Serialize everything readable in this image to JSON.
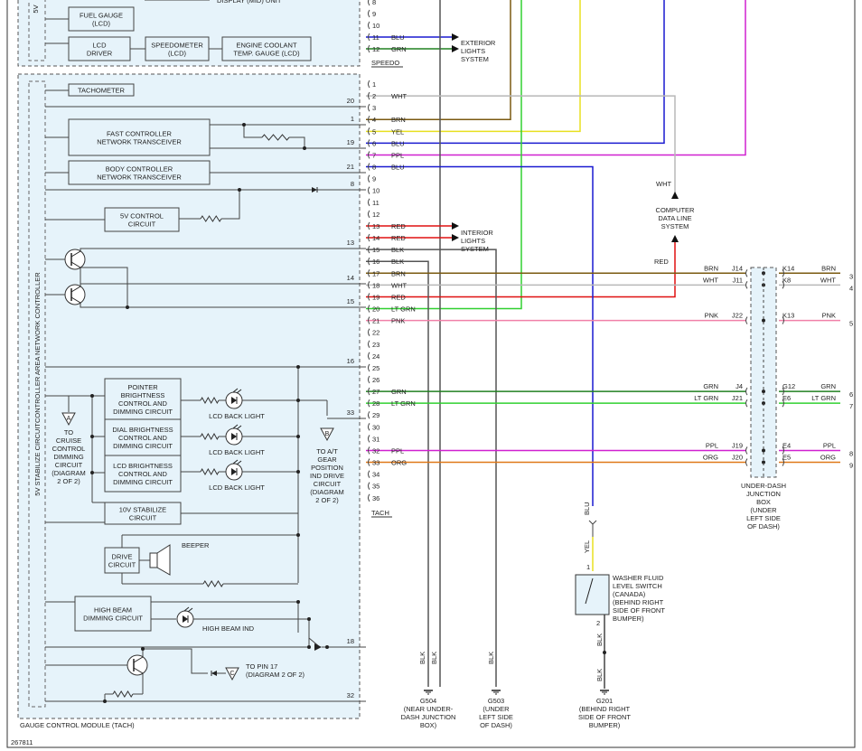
{
  "diagram_id": "267811",
  "module": {
    "name": "GAUGE CONTROL MODULE (TACH)",
    "sides": [
      "5V STABILIZE CIRCUIT",
      "CONTROLLER AREA NETWORK CONTROLLER",
      "5V"
    ]
  },
  "upper_blocks": {
    "fuel_gauge": "FUEL GAUGE|(LCD)",
    "display_unit": "DISPLAY (MID) UNIT",
    "lcd_driver": "LCD|DRIVER",
    "speedometer": "SPEEDOMETER|(LCD)",
    "engine_coolant": "ENGINE COOLANT|TEMP. GAUGE (LCD)"
  },
  "internal_blocks": {
    "tachometer": "TACHOMETER",
    "fast_can": "FAST CONTROLLER|NETWORK TRANSCEIVER",
    "body_can": "BODY CONTROLLER|NETWORK TRANSCEIVER",
    "v5_control": "5V CONTROL|CIRCUIT",
    "pointer_dimming": "POINTER|BRIGHTNESS|CONTROL AND|DIMMING CIRCUIT",
    "dial_dimming": "DIAL BRIGHTNESS|CONTROL AND|DIMMING CIRCUIT",
    "lcd_dimming": "LCD BRIGHTNESS|CONTROL AND|DIMMING CIRCUIT",
    "v10_stabilize": "10V STABILIZE|CIRCUIT",
    "drive_circuit": "DRIVE|CIRCUIT",
    "high_beam_dimming": "HIGH BEAM|DIMMING CIRCUIT"
  },
  "internal_labels": {
    "lcd_back_light": "LCD BACK LIGHT",
    "beeper": "BEEPER",
    "high_beam_ind": "HIGH BEAM IND",
    "to_cruise": "TO|CRUISE|CONTROL|DIMMING|CIRCUIT|(DIAGRAM|2 OF 2)",
    "to_at_gear": "TO A/T|GEAR|POSITION|IND DRIVE|CIRCUIT|(DIAGRAM|2 OF 2)",
    "to_pin17": "TO PIN 17|(DIAGRAM 2 OF 2)",
    "marker_a": "A",
    "marker_b": "B",
    "marker_c": "C"
  },
  "internal_pin_labels": [
    "20",
    "1",
    "19",
    "21",
    "8",
    "13",
    "14",
    "15",
    "16",
    "33",
    "18",
    "32"
  ],
  "connector_top_pins": [
    {
      "num": "8",
      "wire": ""
    },
    {
      "num": "9",
      "wire": ""
    },
    {
      "num": "10",
      "wire": ""
    },
    {
      "num": "11",
      "wire": "BLU"
    },
    {
      "num": "12",
      "wire": "GRN"
    }
  ],
  "connector_top_name": "SPEEDO",
  "connector_bottom_name": "TACH",
  "tach_pins": [
    {
      "num": "1",
      "wire": ""
    },
    {
      "num": "2",
      "wire": "WHT"
    },
    {
      "num": "3",
      "wire": ""
    },
    {
      "num": "4",
      "wire": "BRN"
    },
    {
      "num": "5",
      "wire": "YEL"
    },
    {
      "num": "6",
      "wire": "BLU"
    },
    {
      "num": "7",
      "wire": "PPL"
    },
    {
      "num": "8",
      "wire": "BLU"
    },
    {
      "num": "9",
      "wire": ""
    },
    {
      "num": "10",
      "wire": ""
    },
    {
      "num": "11",
      "wire": ""
    },
    {
      "num": "12",
      "wire": ""
    },
    {
      "num": "13",
      "wire": "RED"
    },
    {
      "num": "14",
      "wire": "RED"
    },
    {
      "num": "15",
      "wire": "BLK"
    },
    {
      "num": "16",
      "wire": "BLK"
    },
    {
      "num": "17",
      "wire": "BRN"
    },
    {
      "num": "18",
      "wire": "WHT"
    },
    {
      "num": "19",
      "wire": "RED"
    },
    {
      "num": "20",
      "wire": "LT GRN"
    },
    {
      "num": "21",
      "wire": "PNK"
    },
    {
      "num": "22",
      "wire": ""
    },
    {
      "num": "23",
      "wire": ""
    },
    {
      "num": "24",
      "wire": ""
    },
    {
      "num": "25",
      "wire": ""
    },
    {
      "num": "26",
      "wire": ""
    },
    {
      "num": "27",
      "wire": "GRN"
    },
    {
      "num": "28",
      "wire": "LT GRN"
    },
    {
      "num": "29",
      "wire": ""
    },
    {
      "num": "30",
      "wire": ""
    },
    {
      "num": "31",
      "wire": ""
    },
    {
      "num": "32",
      "wire": "PPL"
    },
    {
      "num": "33",
      "wire": "ORG"
    },
    {
      "num": "34",
      "wire": ""
    },
    {
      "num": "35",
      "wire": ""
    },
    {
      "num": "36",
      "wire": ""
    }
  ],
  "external_systems": {
    "exterior_lights": "EXTERIOR|LIGHTS|SYSTEM",
    "interior_lights": "INTERIOR|LIGHTS|SYSTEM",
    "computer_data_line": "COMPUTER|DATA LINE|SYSTEM",
    "data_line_wire": "WHT",
    "data_line_red": "RED"
  },
  "junction_box": {
    "name": "UNDER-DASH|JUNCTION|BOX|(UNDER|LEFT SIDE|OF DASH)",
    "rows": [
      {
        "left_wire": "BRN",
        "left_term": "J14",
        "right_term": "K14",
        "right_wire": "BRN",
        "out_pin": "3"
      },
      {
        "left_wire": "WHT",
        "left_term": "J11",
        "right_term": "K8",
        "right_wire": "WHT",
        "out_pin": "4"
      },
      {
        "left_wire": "PNK",
        "left_term": "J22",
        "right_term": "K13",
        "right_wire": "PNK",
        "out_pin": "5"
      },
      {
        "left_wire": "GRN",
        "left_term": "J4",
        "right_term": "G12",
        "right_wire": "GRN",
        "out_pin": "6"
      },
      {
        "left_wire": "LT GRN",
        "left_term": "J21",
        "right_term": "E6",
        "right_wire": "LT GRN",
        "out_pin": "7"
      },
      {
        "left_wire": "PPL",
        "left_term": "J19",
        "right_term": "E4",
        "right_wire": "PPL",
        "out_pin": "8"
      },
      {
        "left_wire": "ORG",
        "left_term": "J20",
        "right_term": "E5",
        "right_wire": "ORG",
        "out_pin": "9"
      }
    ]
  },
  "washer_switch": {
    "name": "WASHER FLUID|LEVEL SWITCH|(CANADA)|(BEHIND RIGHT|SIDE OF FRONT|BUMPER)",
    "pin1": "1",
    "pin2": "2",
    "wire_in_top": "BLU",
    "wire_in": "YEL",
    "wire_out": "BLK",
    "wire_out2": "BLK"
  },
  "grounds": [
    {
      "id": "G504",
      "desc": "G504|(NEAR UNDER-|DASH JUNCTION|BOX)",
      "wires": [
        "BLK",
        "BLK"
      ]
    },
    {
      "id": "G503",
      "desc": "G503|(UNDER|LEFT SIDE|OF DASH)",
      "wires": [
        "BLK"
      ]
    },
    {
      "id": "G201",
      "desc": "G201|(BEHIND RIGHT|SIDE OF FRONT|BUMPER)",
      "wires": [
        "BLK"
      ]
    }
  ],
  "colors": {
    "BRN": "#7a5a10",
    "WHT": "#b8b8b8",
    "YEL": "#e8e020",
    "BLU": "#1a1ad0",
    "PPL": "#d020d0",
    "RED": "#e01010",
    "BLK": "#222222",
    "LT GRN": "#30d030",
    "GRN": "#208020",
    "PNK": "#f080a8",
    "ORG": "#e07818",
    "module_fill": "#e6f3fa"
  }
}
